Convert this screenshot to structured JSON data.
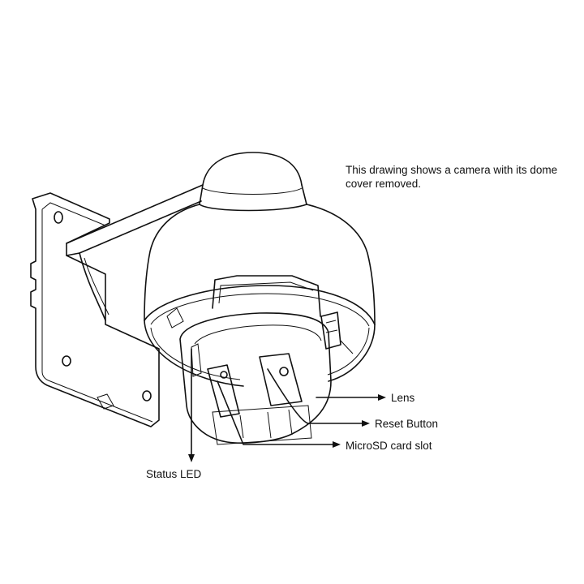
{
  "description": {
    "line1": "This drawing shows a camera with its dome",
    "line2": "cover removed."
  },
  "callouts": {
    "lens": "Lens",
    "reset_button": "Reset Button",
    "microsd_slot": "MicroSD card slot",
    "status_led": "Status LED"
  },
  "colors": {
    "line": "#111111",
    "background": "#ffffff"
  }
}
